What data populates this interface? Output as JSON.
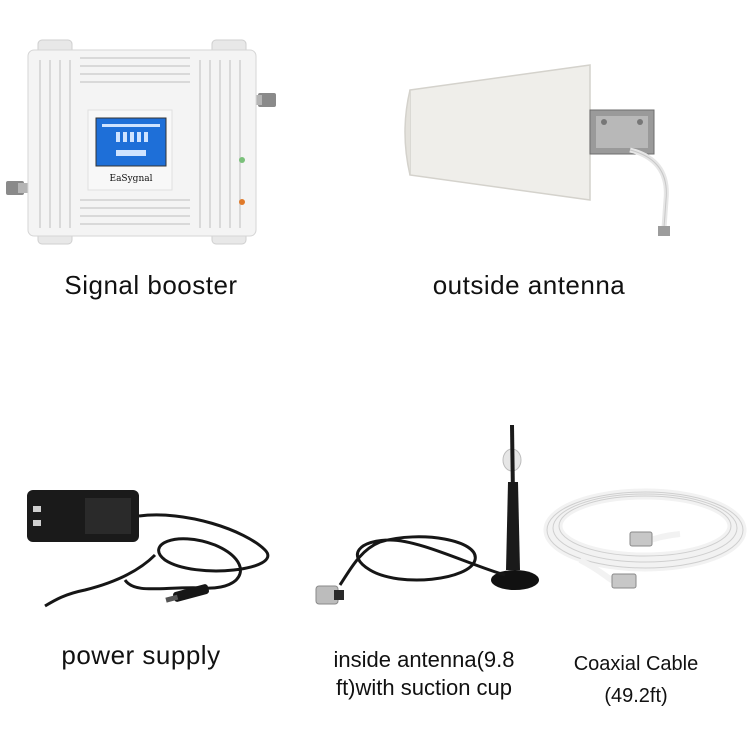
{
  "products": [
    {
      "id": "signal-booster",
      "caption": "Signal  booster",
      "brand_text": "EaSygnal"
    },
    {
      "id": "outside-antenna",
      "caption": "outside antenna"
    },
    {
      "id": "power-supply",
      "caption": "power  supply"
    },
    {
      "id": "inside-antenna",
      "caption": "inside antenna(9.8 ft)with suction cup"
    },
    {
      "id": "coaxial-cable",
      "caption": "Coaxial Cable (49.2ft)"
    }
  ],
  "colors": {
    "booster_body": "#f4f4f4",
    "booster_screen": "#1e6fd8",
    "antenna_body": "#efeeea",
    "cable_white": "#f2f2f2",
    "cable_black": "#161616",
    "metal": "#bdbdbd"
  }
}
